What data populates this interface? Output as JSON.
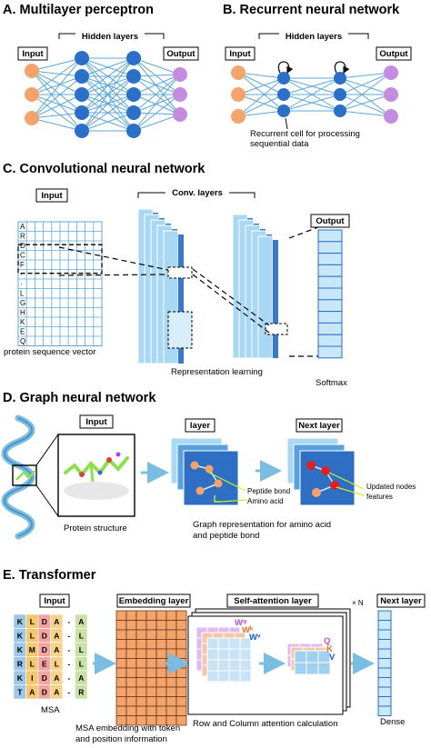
{
  "panels": {
    "a": {
      "title": "A. Multilayer perceptron",
      "input": "Input",
      "hidden": "Hidden layers",
      "output": "Output"
    },
    "b": {
      "title": "B. Recurrent neural network",
      "input": "Input",
      "hidden": "Hidden layers",
      "output": "Output",
      "caption_line1": "Recurrent cell for processing",
      "caption_line2": "sequential data"
    },
    "c": {
      "title": "C. Convolutional neural network",
      "input": "Input",
      "conv": "Conv. layers",
      "output": "Output",
      "sequence_letters": [
        "A",
        "R",
        "D",
        "C",
        "F",
        "·",
        "·",
        "L",
        "G",
        "H",
        "K",
        "E",
        "Q"
      ],
      "caption_vector": "protein sequence vector",
      "caption_repr": "Representation learning",
      "caption_softmax": "Softmax"
    },
    "d": {
      "title": "D. Graph neural network",
      "input": "Input",
      "layer": "layer",
      "next_layer": "Next layer",
      "caption_structure": "Protein structure",
      "peptide_bond": "Peptide bond",
      "amino_acid": "Amino acid",
      "updated_line1": "Updated nodes",
      "updated_line2": "features",
      "graph_line1": "Graph representation for amino acid",
      "graph_line2": "and peptide bond"
    },
    "e": {
      "title": "E. Transformer",
      "input": "Input",
      "embedding": "Embedding layer",
      "self_attention": "Self-attention layer",
      "times_n": "× N",
      "next_layer": "Next layer",
      "msa_rows": [
        [
          "K",
          "L",
          "D",
          "A",
          "-",
          "A"
        ],
        [
          "K",
          "L",
          "D",
          "A",
          "-",
          "L"
        ],
        [
          "K",
          "M",
          "D",
          "A",
          "-",
          "L"
        ],
        [
          "R",
          "L",
          "E",
          "L",
          "-",
          "L"
        ],
        [
          "K",
          "I",
          "D",
          "A",
          "-",
          "A"
        ],
        [
          "T",
          "A",
          "D",
          "A",
          "-",
          "R"
        ]
      ],
      "msa_label": "MSA",
      "w_labels": [
        "Wᵠ",
        "Wᵏ",
        "Wᵛ"
      ],
      "qkv": [
        "Q",
        "K",
        "V"
      ],
      "caption_attention": "Row and Column attention calculation",
      "caption_dense": "Dense",
      "caption_embed_line1": "MSA embedding with token",
      "caption_embed_line2": "and position information"
    },
    "colors": {
      "input_node": "#F4A36B",
      "hidden_node": "#2C6FC9",
      "output_node": "#C48CE0",
      "edge": "#5BA8D8",
      "conv_light": "#A8D8F4",
      "conv_dark": "#3A78C8",
      "arrow": "#8CC8E8"
    }
  }
}
